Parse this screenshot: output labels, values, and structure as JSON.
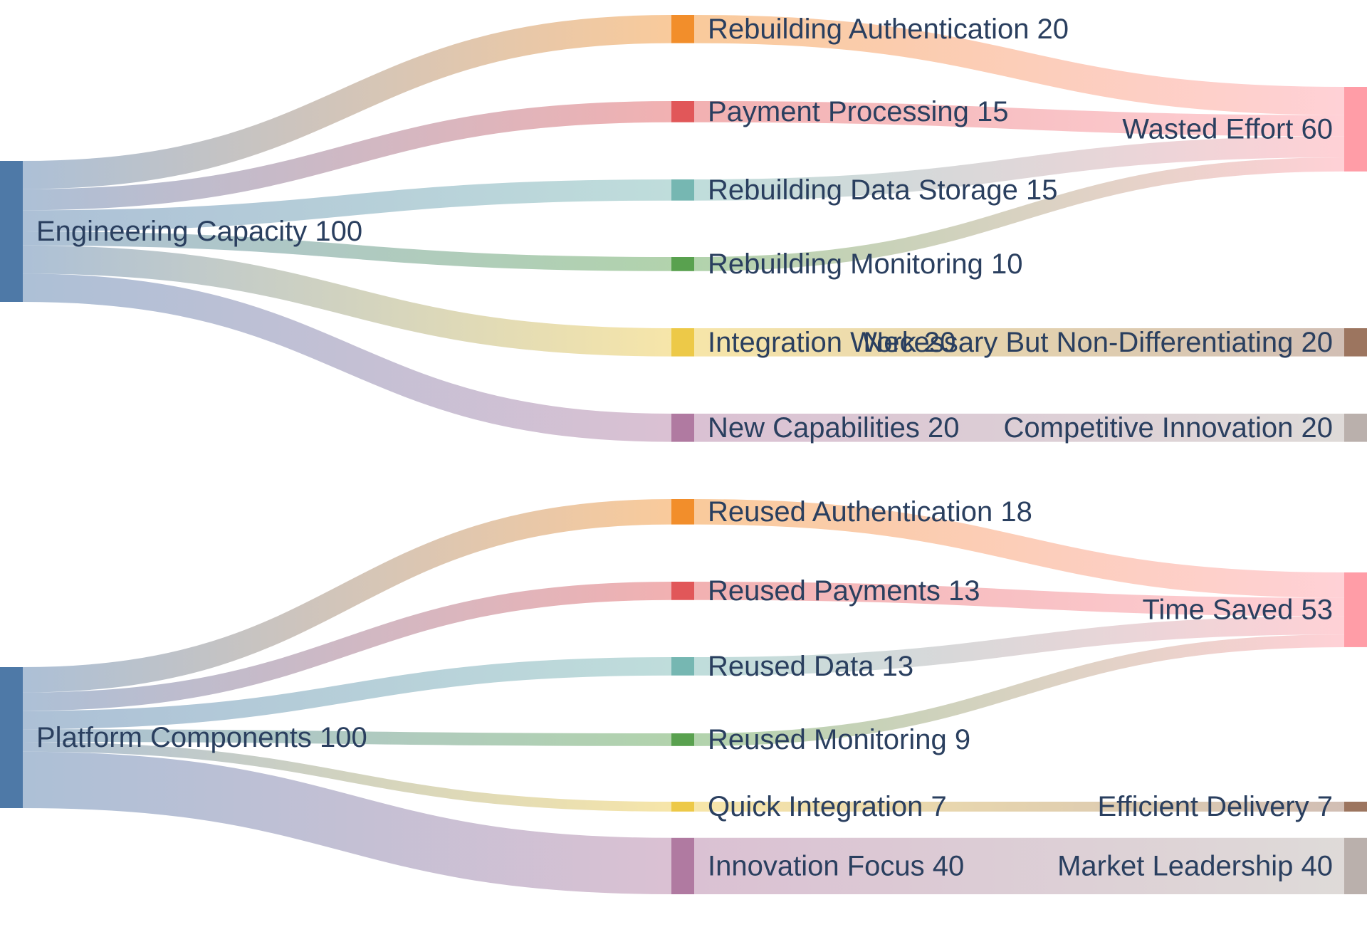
{
  "chart_data": {
    "type": "sankey",
    "nodes": [
      {
        "id": "engineering",
        "label": "Engineering Capacity 100",
        "value": 100,
        "color": "#4e79a7"
      },
      {
        "id": "platform",
        "label": "Platform Components 100",
        "value": 100,
        "color": "#4e79a7"
      },
      {
        "id": "rebuild_auth",
        "label": "Rebuilding Authentication 20",
        "value": 20,
        "color": "#f28e2b"
      },
      {
        "id": "payment",
        "label": "Payment Processing 15",
        "value": 15,
        "color": "#e15759"
      },
      {
        "id": "rebuild_data",
        "label": "Rebuilding Data Storage 15",
        "value": 15,
        "color": "#76b7b2"
      },
      {
        "id": "rebuild_mon",
        "label": "Rebuilding Monitoring 10",
        "value": 10,
        "color": "#59a14f"
      },
      {
        "id": "integration",
        "label": "Integration Work 20",
        "value": 20,
        "color": "#edc948"
      },
      {
        "id": "new_cap",
        "label": "New Capabilities 20",
        "value": 20,
        "color": "#b07aa1"
      },
      {
        "id": "reused_auth",
        "label": "Reused Authentication 18",
        "value": 18,
        "color": "#f28e2b"
      },
      {
        "id": "reused_pay",
        "label": "Reused Payments 13",
        "value": 13,
        "color": "#e15759"
      },
      {
        "id": "reused_data",
        "label": "Reused Data 13",
        "value": 13,
        "color": "#76b7b2"
      },
      {
        "id": "reused_mon",
        "label": "Reused Monitoring 9",
        "value": 9,
        "color": "#59a14f"
      },
      {
        "id": "quick_int",
        "label": "Quick Integration 7",
        "value": 7,
        "color": "#edc948"
      },
      {
        "id": "innov_focus",
        "label": "Innovation Focus 40",
        "value": 40,
        "color": "#b07aa1"
      },
      {
        "id": "wasted",
        "label": "Wasted Effort 60",
        "value": 60,
        "color": "#ff9da7"
      },
      {
        "id": "necessary",
        "label": "Necessary But Non-Differentiating 20",
        "value": 20,
        "color": "#9c755f"
      },
      {
        "id": "competitive",
        "label": "Competitive Innovation 20",
        "value": 20,
        "color": "#bab0ac"
      },
      {
        "id": "time_saved",
        "label": "Time Saved 53",
        "value": 53,
        "color": "#ff9da7"
      },
      {
        "id": "efficient",
        "label": "Efficient Delivery 7",
        "value": 7,
        "color": "#9c755f"
      },
      {
        "id": "market",
        "label": "Market Leadership 40",
        "value": 40,
        "color": "#bab0ac"
      }
    ],
    "links": [
      {
        "source": "engineering",
        "target": "rebuild_auth",
        "value": 20
      },
      {
        "source": "engineering",
        "target": "payment",
        "value": 15
      },
      {
        "source": "engineering",
        "target": "rebuild_data",
        "value": 15
      },
      {
        "source": "engineering",
        "target": "rebuild_mon",
        "value": 10
      },
      {
        "source": "engineering",
        "target": "integration",
        "value": 20
      },
      {
        "source": "engineering",
        "target": "new_cap",
        "value": 20
      },
      {
        "source": "rebuild_auth",
        "target": "wasted",
        "value": 20
      },
      {
        "source": "payment",
        "target": "wasted",
        "value": 15
      },
      {
        "source": "rebuild_data",
        "target": "wasted",
        "value": 15
      },
      {
        "source": "rebuild_mon",
        "target": "wasted",
        "value": 10
      },
      {
        "source": "integration",
        "target": "necessary",
        "value": 20
      },
      {
        "source": "new_cap",
        "target": "competitive",
        "value": 20
      },
      {
        "source": "platform",
        "target": "reused_auth",
        "value": 18
      },
      {
        "source": "platform",
        "target": "reused_pay",
        "value": 13
      },
      {
        "source": "platform",
        "target": "reused_data",
        "value": 13
      },
      {
        "source": "platform",
        "target": "reused_mon",
        "value": 9
      },
      {
        "source": "platform",
        "target": "quick_int",
        "value": 7
      },
      {
        "source": "platform",
        "target": "innov_focus",
        "value": 40
      },
      {
        "source": "reused_auth",
        "target": "time_saved",
        "value": 18
      },
      {
        "source": "reused_pay",
        "target": "time_saved",
        "value": 13
      },
      {
        "source": "reused_data",
        "target": "time_saved",
        "value": 13
      },
      {
        "source": "reused_mon",
        "target": "time_saved",
        "value": 9
      },
      {
        "source": "quick_int",
        "target": "efficient",
        "value": 7
      },
      {
        "source": "innov_focus",
        "target": "market",
        "value": 40
      }
    ]
  }
}
